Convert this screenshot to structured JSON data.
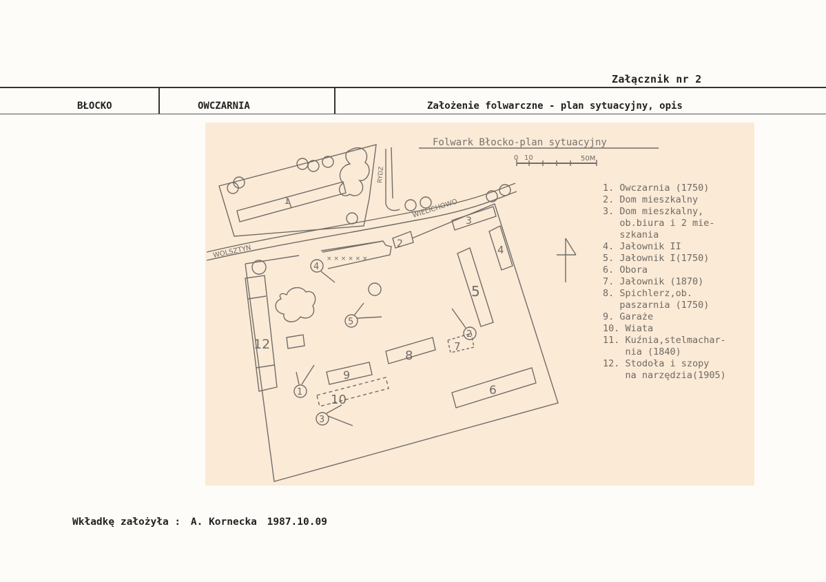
{
  "header": {
    "annex": "Załącznik nr 2",
    "col1": "BŁOCKO",
    "col2": "OWCZARNIA",
    "col3": "Założenie folwarczne - plan sytuacyjny, opis"
  },
  "plan": {
    "title": "Folwark Błocko-plan sytuacyjny",
    "scale_labels": [
      "0",
      "10",
      "50M"
    ],
    "roads": [
      "WOLSZTYN",
      "WIELICHOWO",
      "RYDZ"
    ],
    "buildings": [
      "1",
      "2",
      "3",
      "4",
      "5",
      "6",
      "7",
      "8",
      "9",
      "10",
      "12"
    ],
    "viewpoints": [
      "1",
      "2",
      "3",
      "4",
      "5"
    ],
    "legend": [
      "1. Owczarnia (1750)",
      "2. Dom mieszkalny",
      "3. Dom mieszkalny,",
      "   ob.biura i 2 mie-",
      "   szkania",
      "4. Jałownik II",
      "5. Jałownik I(1750)",
      "6. Obora",
      "7. Jałownik (1870)",
      "8. Spichlerz,ob.",
      "   paszarnia (1750)",
      "9. Garaże",
      "10. Wiata",
      "11. Kuźnia,stelmachar-",
      "    nia (1840)",
      "12. Stodoła i szopy",
      "    na narzędzia(1905)"
    ]
  },
  "footer": {
    "label": "Wkładkę założyła :",
    "author": "A. Kornecka",
    "date": "1987.10.09"
  }
}
